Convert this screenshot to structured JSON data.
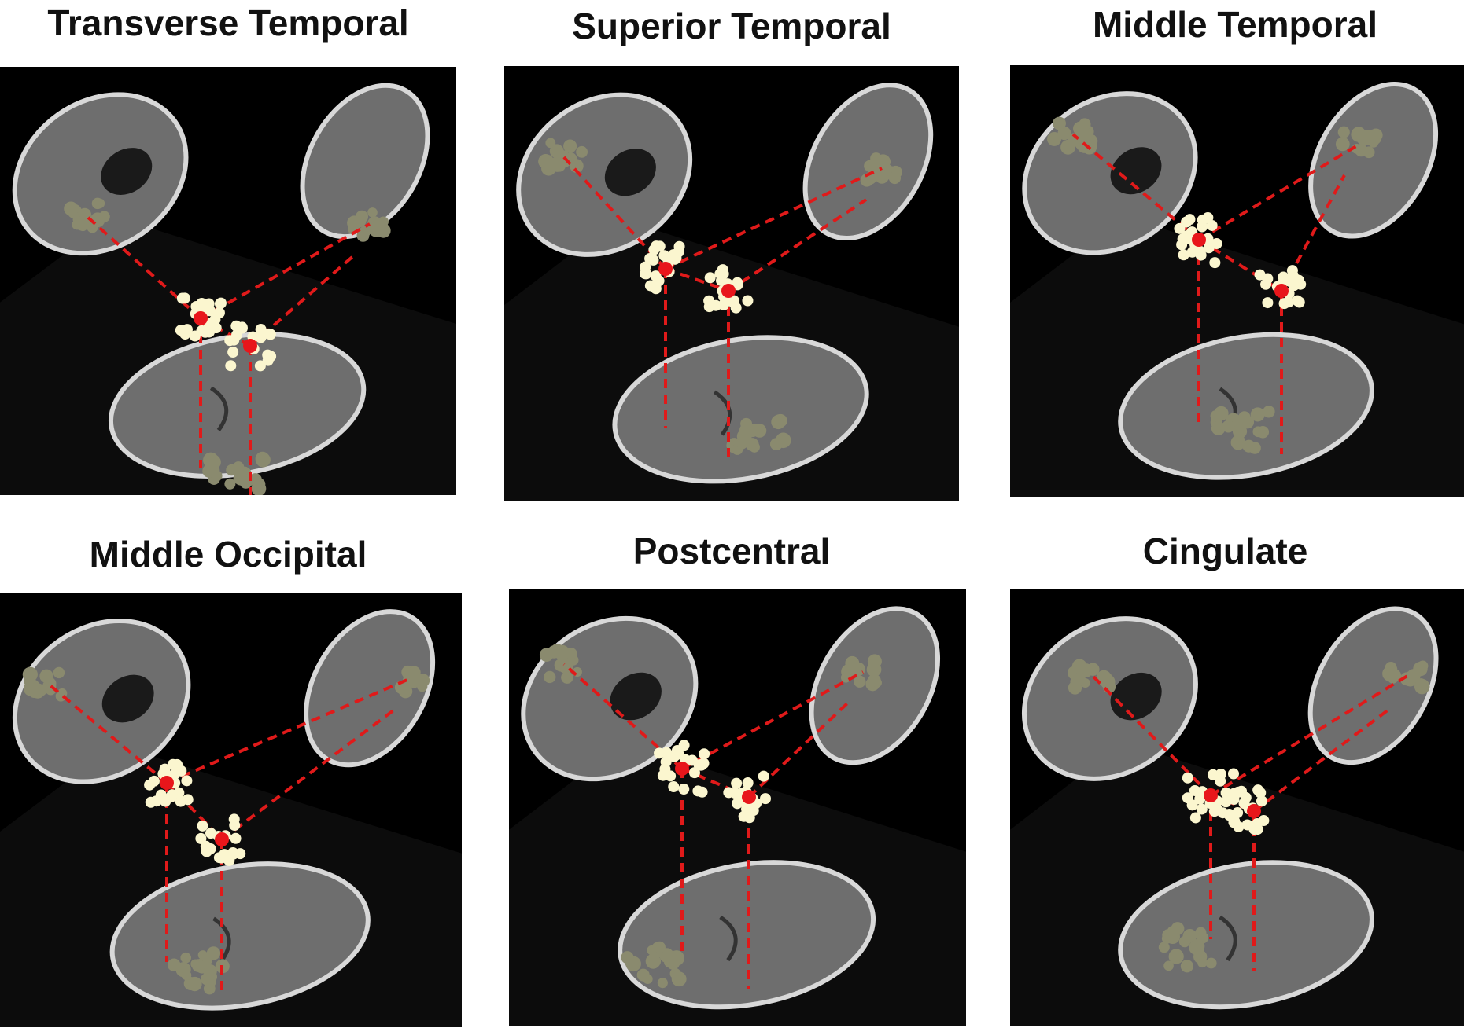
{
  "panels": [
    {
      "title": "Transverse Temporal"
    },
    {
      "title": "Superior Temporal"
    },
    {
      "title": "Middle Temporal"
    },
    {
      "title": "Middle Occipital"
    },
    {
      "title": "Postcentral"
    },
    {
      "title": "Cingulate"
    }
  ],
  "colors": {
    "background": "#000000",
    "brain_tissue": "#6e6e6e",
    "skull_rim": "#d8d8d8",
    "region_patch": "#8a8a6e",
    "electrode_dots": "#fbf6cf",
    "centroid": "#e8161b",
    "guide_line": "#e01a1a"
  },
  "icons": [
    "sagittal-slice-icon",
    "coronal-slice-icon",
    "axial-slice-icon"
  ]
}
